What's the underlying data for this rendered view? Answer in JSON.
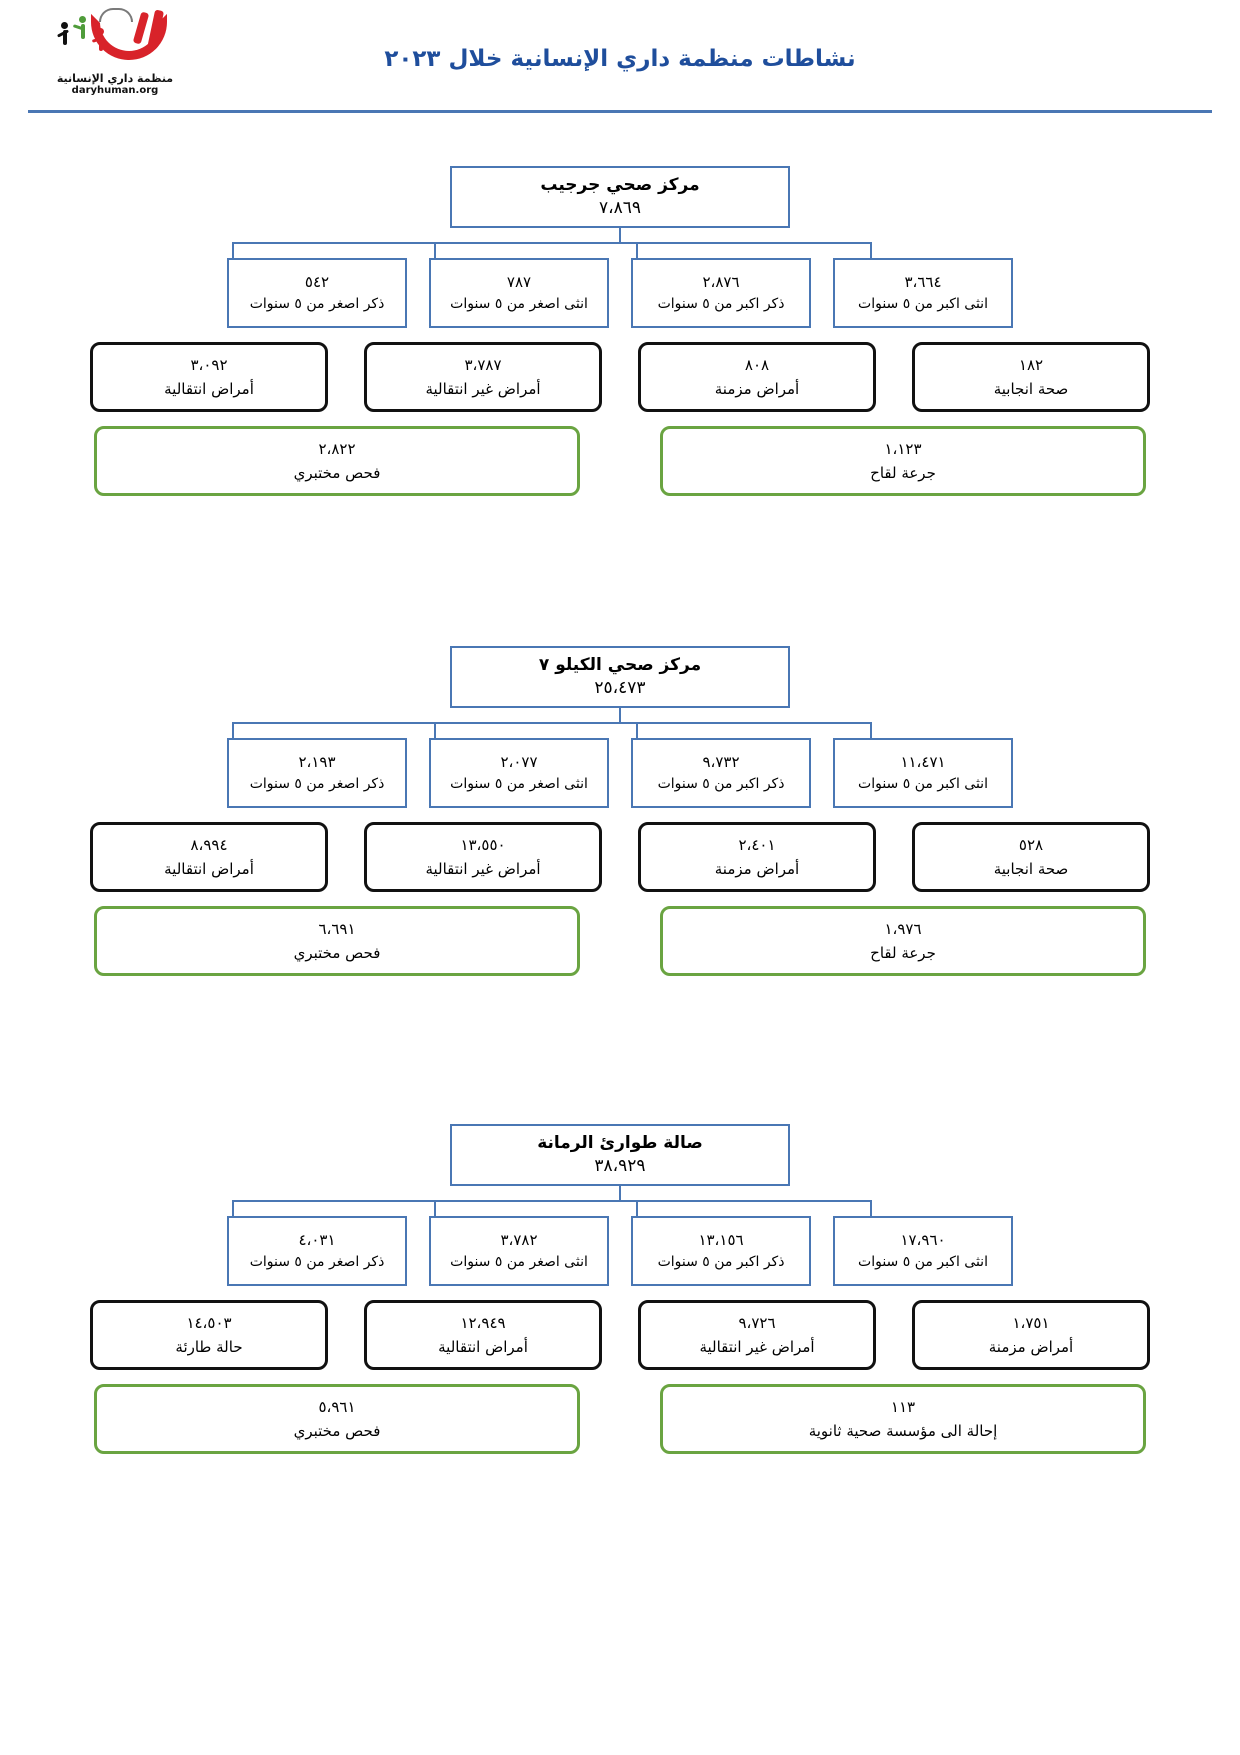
{
  "header": {
    "title": "نشاطات منظمة داري الإنسانية خلال ٢٠٢٣",
    "logo_subtitle": "منظمة داري الإنسانية",
    "logo_url": "daryhuman.org",
    "accent_color": "#1f4e9c",
    "rule_color": "#4a77b4",
    "logo_red": "#d8232a",
    "logo_green": "#4f9c3a"
  },
  "palette": {
    "blue_border": "#4a77b4",
    "black_border": "#111111",
    "green_border": "#6aa441"
  },
  "sections": [
    {
      "root": {
        "title": "مركز صحي جرجيب",
        "value": "٧،٨٦٩"
      },
      "blue": [
        {
          "value": "٣،٦٦٤",
          "label": "انثى اكبر من ٥ سنوات"
        },
        {
          "value": "٢،٨٧٦",
          "label": "ذكر اكبر من ٥ سنوات"
        },
        {
          "value": "٧٨٧",
          "label": "انثى اصغر من ٥ سنوات"
        },
        {
          "value": "٥٤٢",
          "label": "ذكر اصغر من ٥ سنوات"
        }
      ],
      "black": [
        {
          "value": "١٨٢",
          "label": "صحة انجابية"
        },
        {
          "value": "٨٠٨",
          "label": "أمراض مزمنة"
        },
        {
          "value": "٣،٧٨٧",
          "label": "أمراض غير انتقالية"
        },
        {
          "value": "٣،٠٩٢",
          "label": "أمراض انتقالية"
        }
      ],
      "green": [
        {
          "value": "١،١٢٣",
          "label": "جرعة لقاح"
        },
        {
          "value": "٢،٨٢٢",
          "label": "فحص مختبري"
        }
      ]
    },
    {
      "root": {
        "title": "مركز صحي الكيلو ٧",
        "value": "٢٥،٤٧٣"
      },
      "blue": [
        {
          "value": "١١،٤٧١",
          "label": "انثى اكبر من ٥ سنوات"
        },
        {
          "value": "٩،٧٣٢",
          "label": "ذكر اكبر من ٥ سنوات"
        },
        {
          "value": "٢،٠٧٧",
          "label": "انثى اصغر من ٥ سنوات"
        },
        {
          "value": "٢،١٩٣",
          "label": "ذكر اصغر من ٥ سنوات"
        }
      ],
      "black": [
        {
          "value": "٥٢٨",
          "label": "صحة انجابية"
        },
        {
          "value": "٢،٤٠١",
          "label": "أمراض مزمنة"
        },
        {
          "value": "١٣،٥٥٠",
          "label": "أمراض غير انتقالية"
        },
        {
          "value": "٨،٩٩٤",
          "label": "أمراض انتقالية"
        }
      ],
      "green": [
        {
          "value": "١،٩٧٦",
          "label": "جرعة لقاح"
        },
        {
          "value": "٦،٦٩١",
          "label": "فحص مختبري"
        }
      ]
    },
    {
      "root": {
        "title": "صالة طوارئ الرمانة",
        "value": "٣٨،٩٢٩"
      },
      "blue": [
        {
          "value": "١٧،٩٦٠",
          "label": "انثى اكبر من ٥ سنوات"
        },
        {
          "value": "١٣،١٥٦",
          "label": "ذكر اكبر من ٥ سنوات"
        },
        {
          "value": "٣،٧٨٢",
          "label": "انثى اصغر من ٥ سنوات"
        },
        {
          "value": "٤،٠٣١",
          "label": "ذكر اصغر من ٥ سنوات"
        }
      ],
      "black": [
        {
          "value": "١،٧٥١",
          "label": "أمراض مزمنة"
        },
        {
          "value": "٩،٧٢٦",
          "label": "أمراض غير انتقالية"
        },
        {
          "value": "١٢،٩٤٩",
          "label": "أمراض انتقالية"
        },
        {
          "value": "١٤،٥٠٣",
          "label": "حالة طارئة"
        }
      ],
      "green": [
        {
          "value": "١١٣",
          "label": "إحالة الى مؤسسة صحية ثانوية"
        },
        {
          "value": "٥،٩٦١",
          "label": "فحص مختبري"
        }
      ]
    }
  ]
}
